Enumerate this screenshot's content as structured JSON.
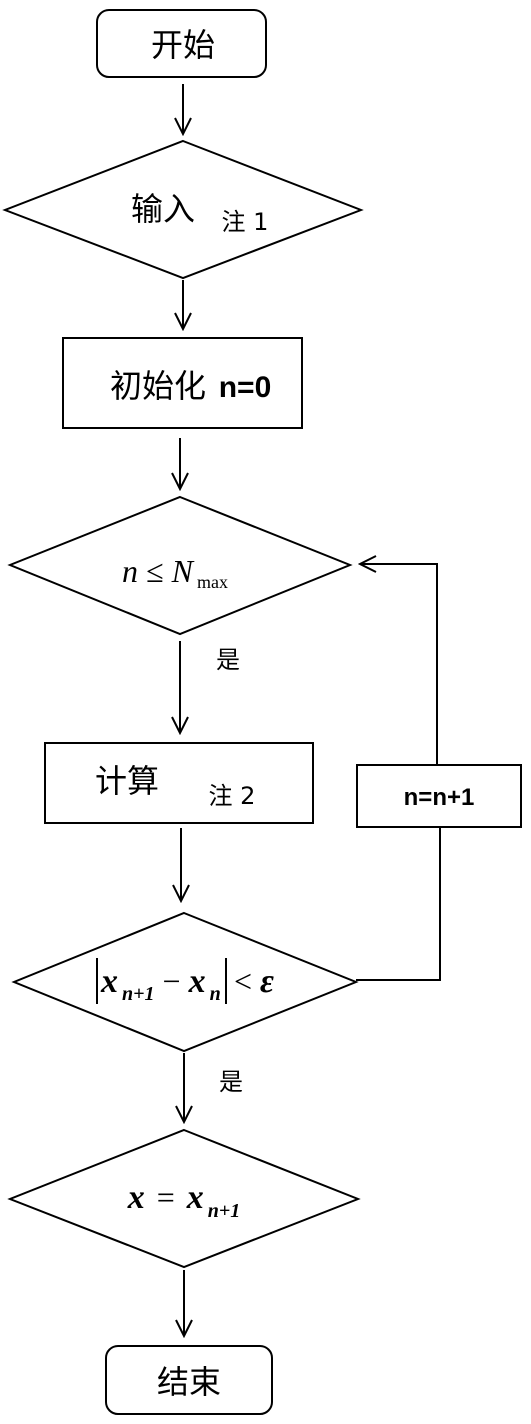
{
  "nodes": {
    "start": {
      "label": "开始"
    },
    "input": {
      "label": "输入",
      "note": "注 1"
    },
    "init": {
      "label": "初始化",
      "label_code": "n=0"
    },
    "loop_cond": {
      "var": "n",
      "op": "≤",
      "bound": "N",
      "bound_sub": "max"
    },
    "compute": {
      "label": "计算",
      "note": "注 2"
    },
    "increment": {
      "label": "n=n+1"
    },
    "converge_cond": {
      "var1": "x",
      "sub1": "n+1",
      "minus": "−",
      "var2": "x",
      "sub2": "n",
      "op": "<",
      "eps": "ε"
    },
    "assign": {
      "lhs": "x",
      "eq": "=",
      "rhs": "x",
      "rhs_sub": "n+1"
    },
    "end": {
      "label": "结束"
    }
  },
  "edge_labels": {
    "loop_yes": "是",
    "converge_yes": "是"
  }
}
